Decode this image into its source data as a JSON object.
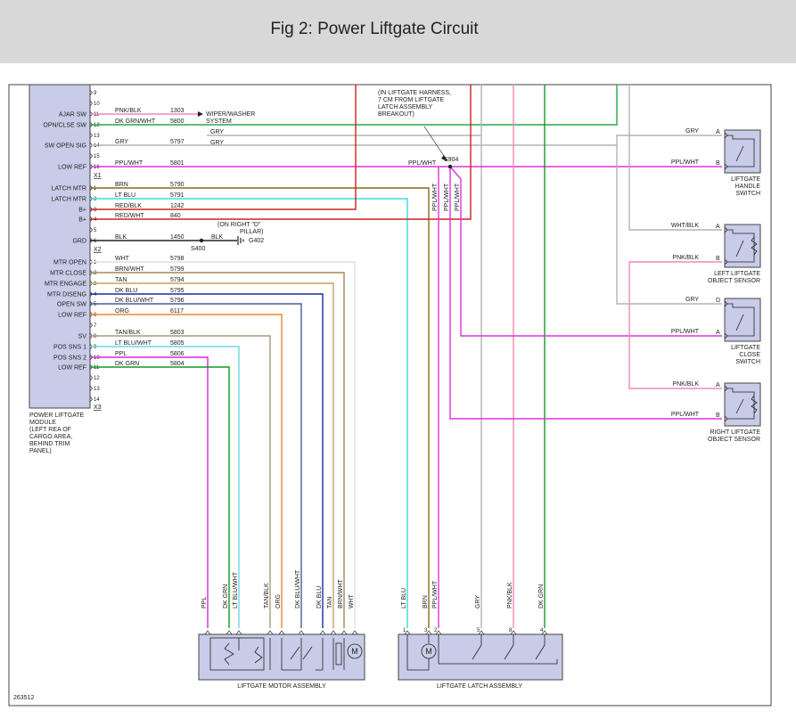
{
  "header": {
    "title": "Fig 2: Power Liftgate Circuit"
  },
  "figure_id": "263512",
  "colors": {
    "pnk_blk": "#ee88bb",
    "dk_grn_wht": "#22aa44",
    "gry": "#b4b4b4",
    "ppl_wht": "#dd33dd",
    "brn": "#8b6914",
    "lt_blu": "#33dddd",
    "red": "#cc2222",
    "blk": "#222222",
    "wht": "#dddddd",
    "brn_wht": "#a08850",
    "tan": "#c8a060",
    "dk_blu": "#1a2a9a",
    "dk_blu_wht": "#4a5a9a",
    "org": "#ee8822",
    "tan_blk": "#a89878",
    "lt_blu_wht": "#66d8e8",
    "ppl": "#dd22dd",
    "dk_grn": "#119922",
    "component_fill": "#c8cce8"
  },
  "module": {
    "name_lines": [
      "POWER LIFTGATE",
      "MODULE",
      "(LEFT REA OF",
      "CARGO AREA,",
      "BEHIND TRIM",
      "PANEL)"
    ],
    "connector_x1": "X1",
    "connector_x2": "X2",
    "connector_x3": "X3",
    "pin_labels": [
      "AJAR SW",
      "OPN/CLSE SW",
      "SW OPEN SIG",
      "LOW REF",
      "LATCH MTR",
      "LATCH MTR",
      "B+",
      "B+",
      "GRD",
      "MTR OPEN",
      "MTR CLOSE",
      "MTR ENGAGE",
      "MTR DISENG",
      "OPEN SW",
      "LOW REF",
      "SV",
      "POS SNS 1",
      "POS SNS 2",
      "LOW REF"
    ]
  },
  "x1_pins": [
    "9",
    "10",
    "11",
    "12",
    "13",
    "14",
    "15",
    "16",
    "1",
    "2",
    "3",
    "4",
    "5",
    "6"
  ],
  "x2_pins": [
    "1",
    "2",
    "3",
    "4",
    "5",
    "6",
    "7",
    "8",
    "9",
    "10",
    "11",
    "12",
    "13",
    "14"
  ],
  "wires": [
    {
      "color": "PNK/BLK",
      "circuit": "1303"
    },
    {
      "color": "DK GRN/WHT",
      "circuit": "5800"
    },
    {
      "color": "GRY",
      "circuit": "5797"
    },
    {
      "color": "PPL/WHT",
      "circuit": "5801"
    },
    {
      "color": "BRN",
      "circuit": "5790"
    },
    {
      "color": "LT BLU",
      "circuit": "5791"
    },
    {
      "color": "RED/BLK",
      "circuit": "1242"
    },
    {
      "color": "RED/WHT",
      "circuit": "840"
    },
    {
      "color": "BLK",
      "circuit": "1450"
    },
    {
      "color": "WHT",
      "circuit": "5798"
    },
    {
      "color": "BRN/WHT",
      "circuit": "5799"
    },
    {
      "color": "TAN",
      "circuit": "5794"
    },
    {
      "color": "DK BLU",
      "circuit": "5795"
    },
    {
      "color": "DK BLU/WHT",
      "circuit": "5796"
    },
    {
      "color": "ORG",
      "circuit": "6117"
    },
    {
      "color": "TAN/BLK",
      "circuit": "5803"
    },
    {
      "color": "LT BLU/WHT",
      "circuit": "5805"
    },
    {
      "color": "PPL",
      "circuit": "5806"
    },
    {
      "color": "DK GRN",
      "circuit": "5804"
    }
  ],
  "wiper_label_lines": [
    "WIPER/WASHER",
    "SYSTEM"
  ],
  "gry_branch_label": "GRY",
  "gry_branch_label_2": "GRY",
  "blk_branch_label": "BLK",
  "pillar_note_lines": [
    "(ON RIGHT \"D\"",
    "PILLAR)"
  ],
  "ground_label": "G402",
  "s400_label": "S400",
  "s904_label": "S904",
  "harness_note_lines": [
    "(IN LIFTGATE HARNESS,",
    "7 CM FROM LIFTGATE",
    "LATCH ASSEMBLY",
    "BREAKOUT)"
  ],
  "s904_wire_label": "PPL/WHT",
  "s904_down_labels": [
    "PPL/WHT",
    "PPL/WHT",
    "PPL/WHT"
  ],
  "right_components": [
    {
      "name_lines": [
        "LIFTGATE",
        "HANDLE",
        "SWITCH"
      ],
      "pin1": "A",
      "pin2": "B",
      "wire1": "GRY",
      "wire2": "PPL/WHT"
    },
    {
      "name_lines": [
        "LEFT LIFTGATE",
        "OBJECT SENSOR"
      ],
      "pin1": "A",
      "pin2": "B",
      "wire1": "WHT/BLK",
      "wire2": "PNK/BLK"
    },
    {
      "name_lines": [
        "LIFTGATE",
        "CLOSE",
        "SWITCH"
      ],
      "pin1": "D",
      "pin2": "A",
      "wire1": "GRY",
      "wire2": "PPL/WHT"
    },
    {
      "name_lines": [
        "RIGHT LIFTGATE",
        "OBJECT SENSOR"
      ],
      "pin1": "A",
      "pin2": "B",
      "wire1": "PNK/BLK",
      "wire2": "PPL/WHT"
    }
  ],
  "motor_assembly": {
    "name": "LIFTGATE MOTOR ASSEMBLY",
    "wire_labels": [
      "PPL",
      "DK GRN",
      "LT BLU/WHT",
      "TAN/BLK",
      "ORG",
      "DK BLU/WHT",
      "DK BLU",
      "TAN",
      "BRN/WHT",
      "WHT"
    ],
    "motor_symbol": "M"
  },
  "latch_assembly": {
    "name": "LIFTGATE LATCH ASSEMBLY",
    "wire_labels": [
      "LT BLU",
      "BRN",
      "PPL/WHT",
      "GRY",
      "PNK/BLK",
      "DK GRN"
    ],
    "pin_labels": [
      "1",
      "3",
      "2",
      "5",
      "8",
      "4"
    ],
    "motor_symbol": "M"
  }
}
